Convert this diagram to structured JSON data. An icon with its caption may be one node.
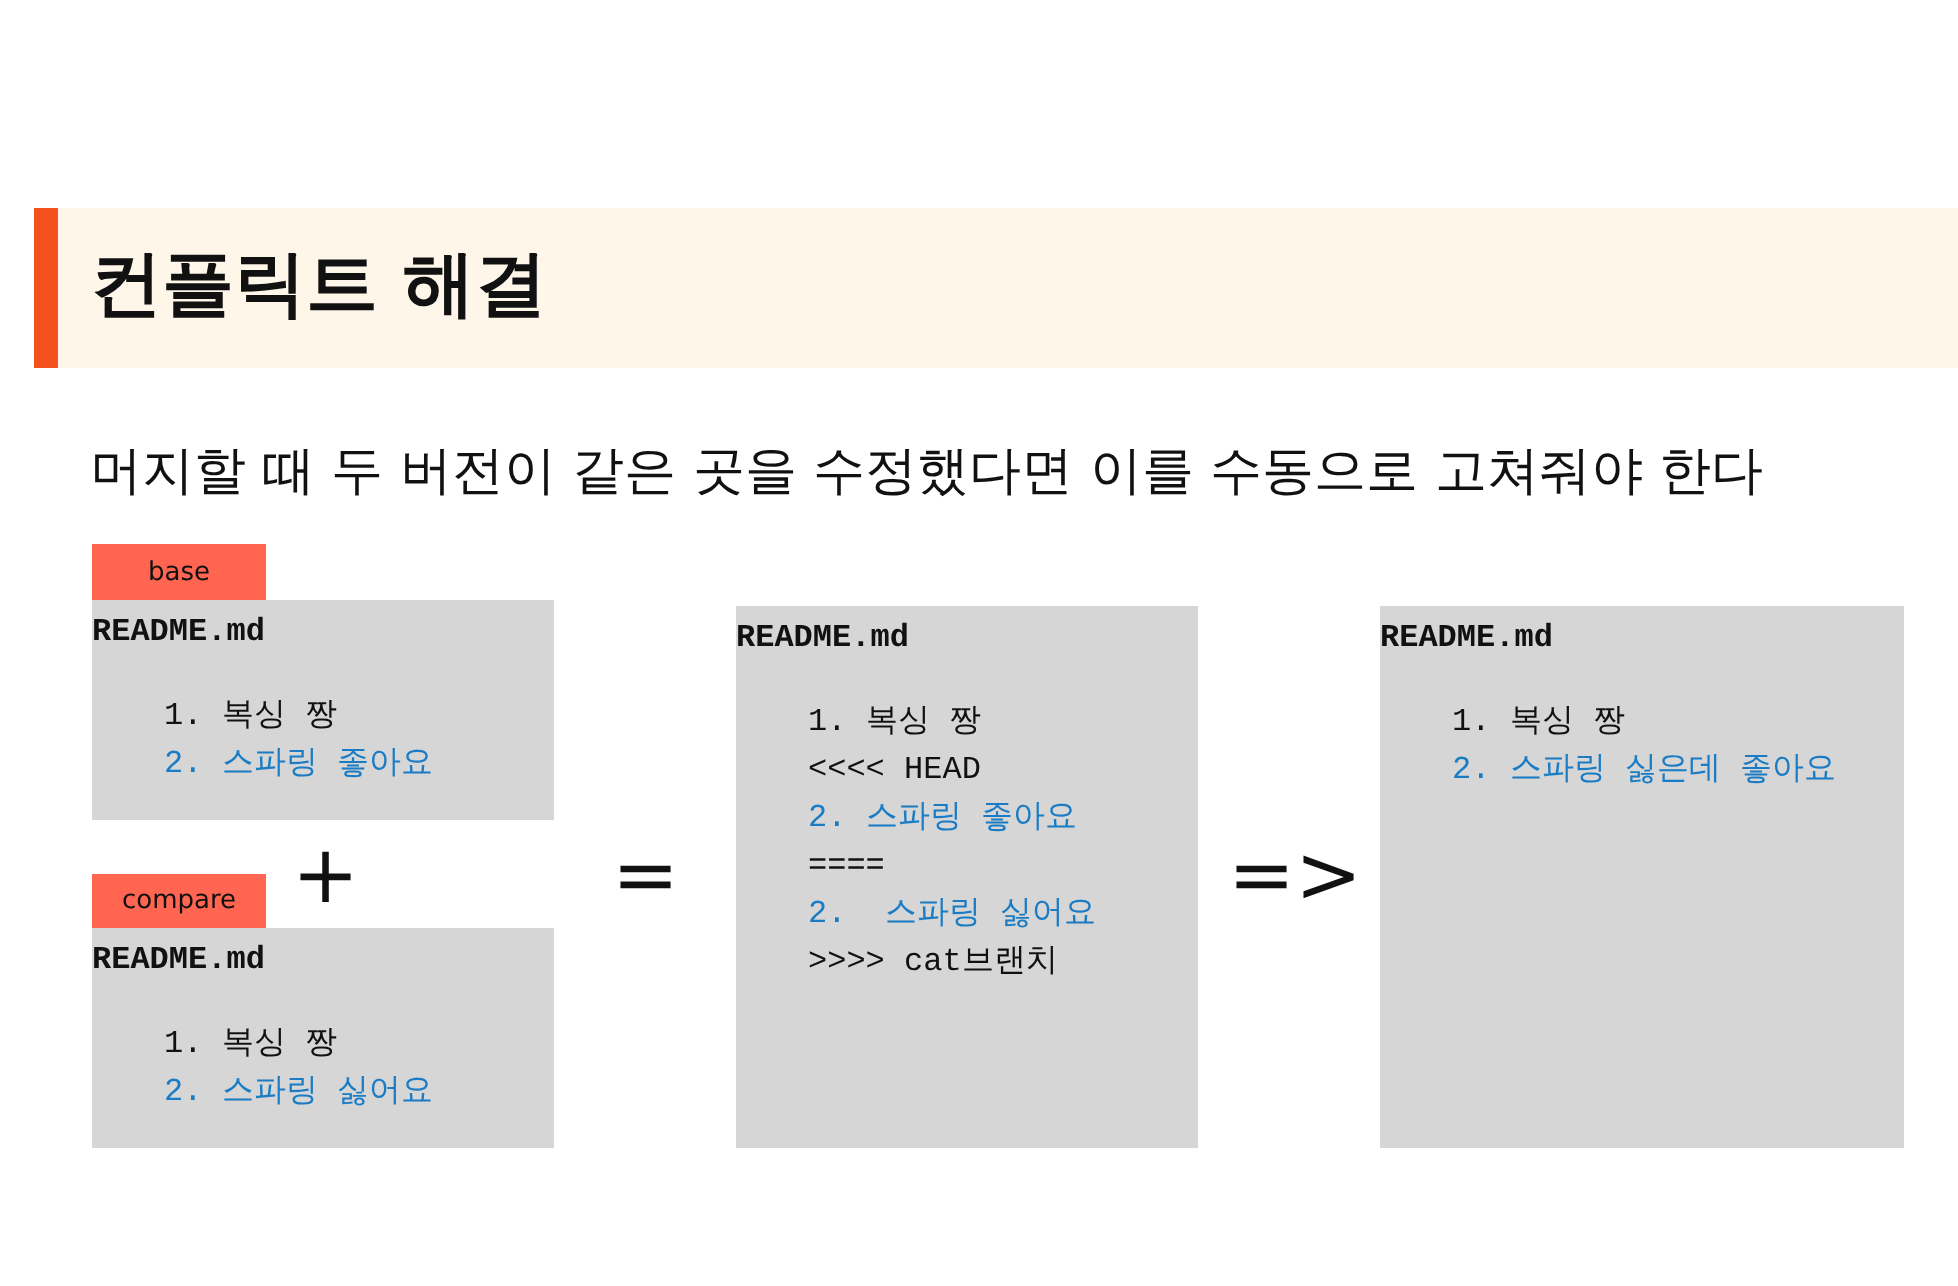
{
  "diagram": {
    "title": "컨플릭트 해결",
    "nodes": [
      {
        "text": [
          "base"
        ]
      },
      {
        "text": [
          "README.md",
          "1. 복싱 짱",
          "2. 스파링 좋아요"
        ]
      },
      {
        "text": [
          "compare"
        ]
      },
      {
        "text": [
          "README.md",
          "1. 복싱 짱",
          "2. 스파링 싫어요"
        ]
      },
      {
        "text": [
          "README.md",
          "1. 복싱 짱",
          "<<<< HEAD",
          "2. 스파링 좋아요",
          "====",
          "2.  스파링 싫어요",
          ">>>> cat브랜치"
        ]
      },
      {
        "text": [
          "README.md",
          "1. 복싱 짱",
          "2. 스파링 싫은데 좋아요"
        ]
      }
    ],
    "labels": [
      "머지할 때 두 버전이 같은 곳을 수정했다면 이를 수동으로 고쳐줘야 한다",
      "+",
      "=",
      "=>"
    ]
  }
}
